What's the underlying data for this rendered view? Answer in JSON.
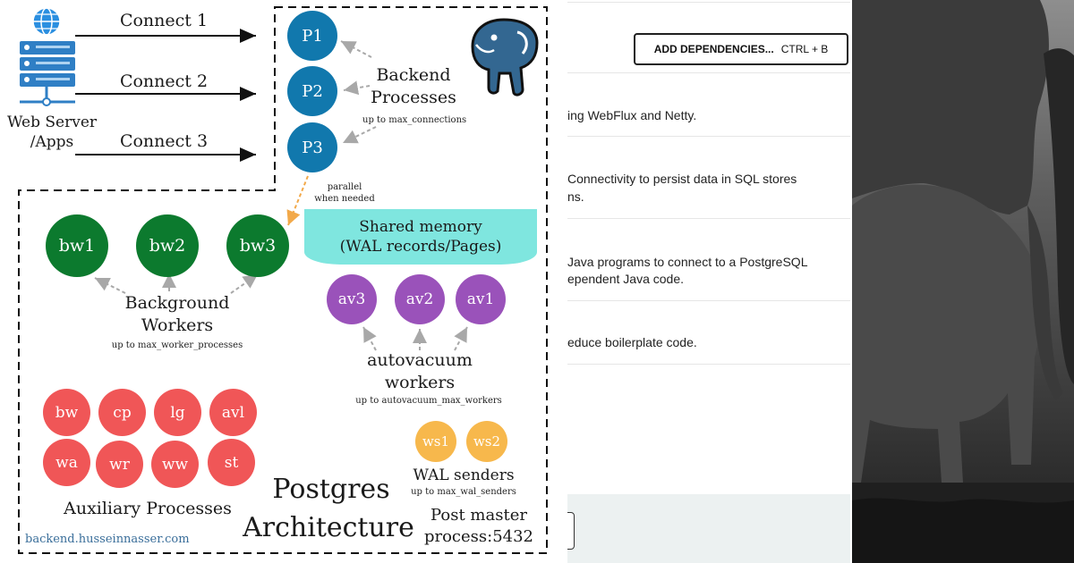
{
  "diagram": {
    "client": {
      "label_line1": "Web Server",
      "label_line2": "/Apps"
    },
    "connections": [
      "Connect 1",
      "Connect 2",
      "Connect 3"
    ],
    "backend": {
      "processes": [
        "P1",
        "P2",
        "P3"
      ],
      "title_line1": "Backend",
      "title_line2": "Processes",
      "limit": "up to max_connections",
      "parallel_line1": "parallel",
      "parallel_line2": "when needed"
    },
    "background_workers": {
      "nodes": [
        "bw1",
        "bw2",
        "bw3"
      ],
      "title_line1": "Background",
      "title_line2": "Workers",
      "limit": "up to max_worker_processes"
    },
    "shared_memory": {
      "line1": "Shared memory",
      "line2": "(WAL records/Pages)"
    },
    "autovacuum": {
      "nodes": [
        "av3",
        "av2",
        "av1"
      ],
      "title_line1": "autovacuum",
      "title_line2": "workers",
      "limit": "up to autovacuum_max_workers"
    },
    "auxiliary": {
      "row1": [
        "bw",
        "cp",
        "lg",
        "avl"
      ],
      "row2": [
        "wa",
        "wr",
        "ww",
        "st"
      ],
      "title": "Auxiliary Processes"
    },
    "wal_senders": {
      "nodes": [
        "ws1",
        "ws2"
      ],
      "title": "WAL senders",
      "limit": "up to max_wal_senders"
    },
    "main_title_line1": "Postgres",
    "main_title_line2": "Architecture",
    "postmaster_line1": "Post master",
    "postmaster_line2": "process:5432",
    "credit": "backend.husseinnasser.com",
    "colors": {
      "backend": "#1178ad",
      "background_workers": "#0c7a2e",
      "shared_memory": "#7fe6df",
      "autovacuum": "#9a52ba",
      "auxiliary": "#f05657",
      "wal_senders": "#f7b84c",
      "logo": "#336791"
    }
  },
  "ui": {
    "add_button_label": "ADD DEPENDENCIES...",
    "add_button_shortcut": "CTRL + B",
    "rows": [
      {
        "line1": "ing WebFlux and Netty.",
        "line2": ""
      },
      {
        "line1": "Connectivity to persist data in SQL stores",
        "line2": "ns."
      },
      {
        "line1": "Java programs to connect to a PostgreSQL",
        "line2": "ependent Java code."
      },
      {
        "line1": "educe boilerplate code.",
        "line2": ""
      }
    ]
  }
}
